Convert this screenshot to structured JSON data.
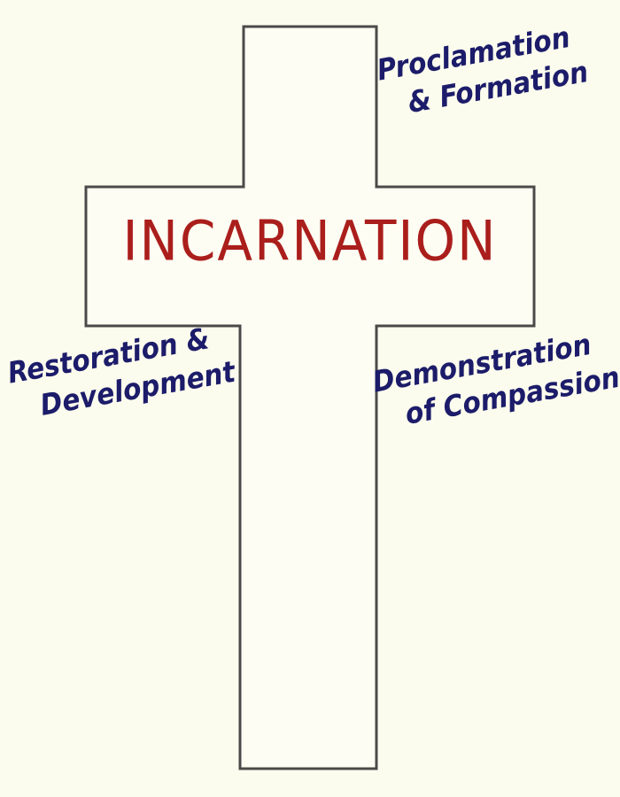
{
  "colors": {
    "background": "#fcfcee",
    "cross_fill": "#fdfdf3",
    "cross_stroke": "#4a4a4a",
    "center_text": "#aa1e1c",
    "label_text": "#1c1c6a"
  },
  "diagram": {
    "center": {
      "text": "INCARNATION"
    },
    "labels": {
      "top_right": {
        "line1": "Proclamation",
        "line2": "& Formation"
      },
      "left": {
        "line1": "Restoration &",
        "line2": "Development"
      },
      "right": {
        "line1": "Demonstration",
        "line2": "of Compassion"
      }
    }
  }
}
